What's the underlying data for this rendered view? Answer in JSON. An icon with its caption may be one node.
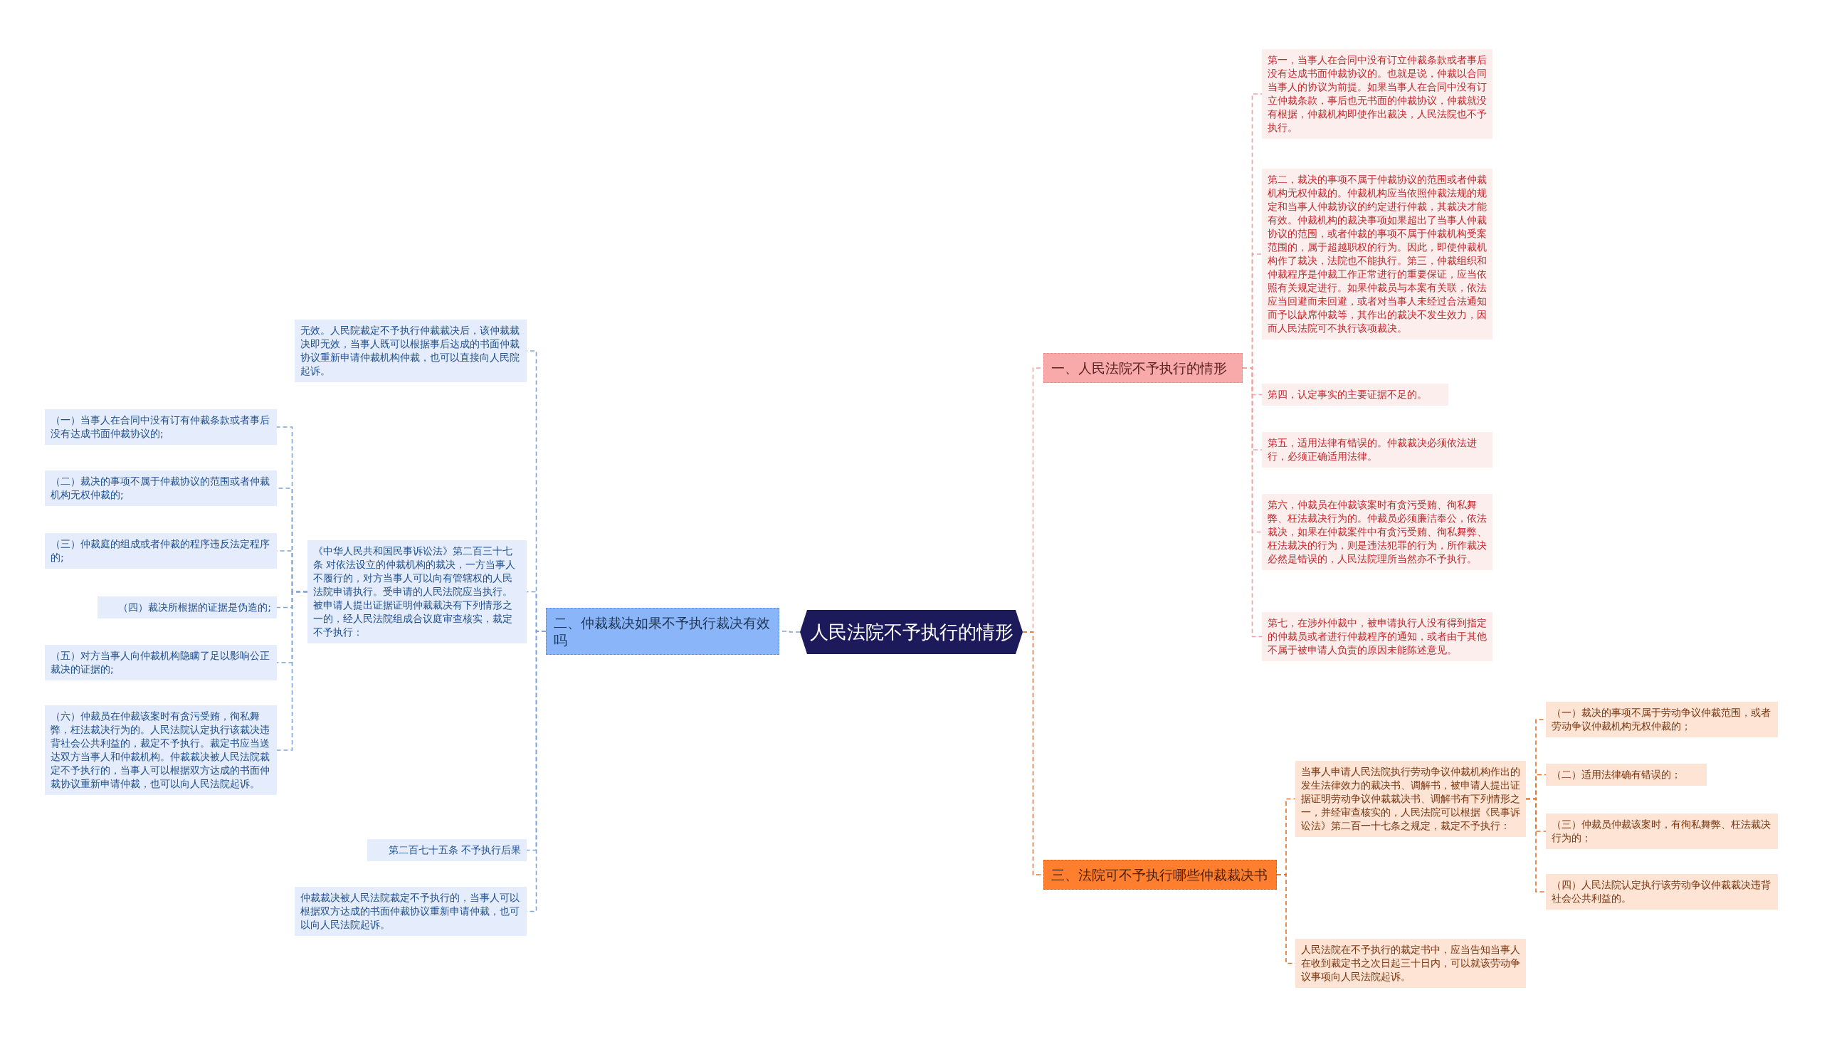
{
  "diagram": {
    "nodes": [
      {
        "text": [
          "人民法院不予执行的情形"
        ]
      },
      {
        "text": [
          "一、人民法院不予执行的情形"
        ]
      },
      {
        "text": [
          "第一，当事人在合同中没有订立仲裁条款或者事后没有达成书面仲裁协议的。也就是说，仲裁以合同当事人的协议为前提。如果当事人在合同中没有订立仲裁条款，事后也无书面的仲裁协议，仲裁就没有根据，仲裁机构即使作出裁决，人民法院也不予执行。"
        ]
      },
      {
        "text": [
          "第二，裁决的事项不属于仲裁协议的范围或者仲裁机构无权仲裁的。仲裁机构应当依照仲裁法规的规定和当事人仲裁协议的约定进行仲裁，其裁决才能有效。仲裁机构的裁决事项如果超出了当事人仲裁协议的范围，或者仲裁的事项不属于仲裁机构受案范围的，属于超越职权的行为。因此，即使仲裁机构作了裁决，法院也不能执行。第三，仲裁组织和仲裁程序是仲裁工作正常进行的重要保证，应当依照有关规定进行。如果仲裁员与本案有关联，依法应当回避而未回避，或者对当事人未经过合法通知而予以缺席仲裁等，其作出的裁决不发生效力，因而人民法院可不执行该项裁决。"
        ]
      },
      {
        "text": [
          "第四，认定事实的主要证据不足的。"
        ]
      },
      {
        "text": [
          "第五，适用法律有错误的。仲裁裁决必须依法进行，必须正确适用法律。"
        ]
      },
      {
        "text": [
          "第六，仲裁员在仲裁该案时有贪污受贿、徇私舞弊、枉法裁决行为的。仲裁员必须廉洁奉公，依法裁决，如果在仲裁案件中有贪污受贿、徇私舞弊、枉法裁决的行为，则是违法犯罪的行为，所作裁决必然是错误的，人民法院理所当然亦不予执行。"
        ]
      },
      {
        "text": [
          "第七，在涉外仲裁中，被申请执行人没有得到指定的仲裁员或者进行仲裁程序的通知，或者由于其他不属于被申请人负责的原因未能陈述意见。"
        ]
      },
      {
        "text": [
          "三、法院可不予执行哪些仲裁裁决书"
        ]
      },
      {
        "text": [
          "当事人申请人民法院执行劳动争议仲裁机构作出的发生法律效力的裁决书、调解书，被申请人提出证据证明劳动争议仲裁裁决书、调解书有下列情形之一，并经审查核实的，人民法院可以根据《民事诉讼法》第二百一十七条之规定，裁定不予执行："
        ]
      },
      {
        "text": [
          "（一）裁决的事项不属于劳动争议仲裁范围，或者劳动争议仲裁机构无权仲裁的；"
        ]
      },
      {
        "text": [
          "（二）适用法律确有错误的；"
        ]
      },
      {
        "text": [
          "（三）仲裁员仲裁该案时，有徇私舞弊、枉法裁决行为的；"
        ]
      },
      {
        "text": [
          "（四）人民法院认定执行该劳动争议仲裁裁决违背社会公共利益的。"
        ]
      },
      {
        "text": [
          "人民法院在不予执行的裁定书中，应当告知当事人在收到裁定书之次日起三十日内，可以就该劳动争议事项向人民法院起诉。"
        ]
      },
      {
        "text": [
          "二、仲裁裁决如果不予执行裁决有效吗"
        ]
      },
      {
        "text": [
          "无效。人民院裁定不予执行仲裁裁决后，该仲裁裁决即无效，当事人既可以根据事后达成的书面仲裁协议重新申请仲裁机构仲裁，也可以直接向人民院起诉。"
        ]
      },
      {
        "text": [
          "《中华人民共和国民事诉讼法》第二百三十七条 对依法设立的仲裁机构的裁决，一方当事人不履行的，对方当事人可以向有管辖权的人民法院申请执行。受申请的人民法院应当执行。被申请人提出证据证明仲裁裁决有下列情形之一的，经人民法院组成合议庭审查核实，裁定不予执行："
        ]
      },
      {
        "text": [
          "（一）当事人在合同中没有订有仲裁条款或者事后没有达成书面仲裁协议的;"
        ]
      },
      {
        "text": [
          "（二）裁决的事项不属于仲裁协议的范围或者仲裁机构无权仲裁的;"
        ]
      },
      {
        "text": [
          "（三）仲裁庭的组成或者仲裁的程序违反法定程序的;"
        ]
      },
      {
        "text": [
          "（四）裁决所根据的证据是伪造的;"
        ]
      },
      {
        "text": [
          "（五）对方当事人向仲裁机构隐瞒了足以影响公正裁决的证据的;"
        ]
      },
      {
        "text": [
          "（六）仲裁员在仲裁该案时有贪污受贿，徇私舞弊，枉法裁决行为的。人民法院认定执行该裁决违背社会公共利益的，裁定不予执行。裁定书应当送达双方当事人和仲裁机构。仲裁裁决被人民法院裁定不予执行的，当事人可以根据双方达成的书面仲裁协议重新申请仲裁，也可以向人民法院起诉。"
        ]
      },
      {
        "text": [
          "第二百七十五条 不予执行后果"
        ]
      },
      {
        "text": [
          "仲裁裁决被人民法院裁定不予执行的，当事人可以根据双方达成的书面仲裁协议重新申请仲裁，也可以向人民法院起诉。"
        ]
      }
    ],
    "edges": [
      {
        "from": 0,
        "to": 1,
        "arrow": "none",
        "style": "dashed",
        "color": "#f2a0a0"
      },
      {
        "from": 1,
        "to": 2,
        "arrow": "none",
        "style": "dashed",
        "color": "#f2a0a0"
      },
      {
        "from": 1,
        "to": 3,
        "arrow": "none",
        "style": "dashed",
        "color": "#f2a0a0"
      },
      {
        "from": 1,
        "to": 4,
        "arrow": "none",
        "style": "dashed",
        "color": "#f2a0a0"
      },
      {
        "from": 1,
        "to": 5,
        "arrow": "none",
        "style": "dashed",
        "color": "#f2a0a0"
      },
      {
        "from": 1,
        "to": 6,
        "arrow": "none",
        "style": "dashed",
        "color": "#f2a0a0"
      },
      {
        "from": 1,
        "to": 7,
        "arrow": "none",
        "style": "dashed",
        "color": "#f2a0a0"
      },
      {
        "from": 0,
        "to": 8,
        "arrow": "none",
        "style": "dashed",
        "color": "#e0722a"
      },
      {
        "from": 8,
        "to": 9,
        "arrow": "none",
        "style": "dashed",
        "color": "#e0722a"
      },
      {
        "from": 9,
        "to": 10,
        "arrow": "none",
        "style": "dashed",
        "color": "#e0722a"
      },
      {
        "from": 9,
        "to": 11,
        "arrow": "none",
        "style": "dashed",
        "color": "#e0722a"
      },
      {
        "from": 9,
        "to": 12,
        "arrow": "none",
        "style": "dashed",
        "color": "#e0722a"
      },
      {
        "from": 9,
        "to": 13,
        "arrow": "none",
        "style": "dashed",
        "color": "#e0722a"
      },
      {
        "from": 8,
        "to": 14,
        "arrow": "none",
        "style": "dashed",
        "color": "#e0722a"
      },
      {
        "from": 0,
        "to": 15,
        "arrow": "none",
        "style": "dashed",
        "color": "#7ea4d8"
      },
      {
        "from": 15,
        "to": 16,
        "arrow": "none",
        "style": "dashed",
        "color": "#7ea4d8"
      },
      {
        "from": 15,
        "to": 17,
        "arrow": "none",
        "style": "dashed",
        "color": "#7ea4d8"
      },
      {
        "from": 17,
        "to": 18,
        "arrow": "none",
        "style": "dashed",
        "color": "#7ea4d8"
      },
      {
        "from": 17,
        "to": 19,
        "arrow": "none",
        "style": "dashed",
        "color": "#7ea4d8"
      },
      {
        "from": 17,
        "to": 20,
        "arrow": "none",
        "style": "dashed",
        "color": "#7ea4d8"
      },
      {
        "from": 17,
        "to": 21,
        "arrow": "none",
        "style": "dashed",
        "color": "#7ea4d8"
      },
      {
        "from": 17,
        "to": 22,
        "arrow": "none",
        "style": "dashed",
        "color": "#7ea4d8"
      },
      {
        "from": 17,
        "to": 23,
        "arrow": "none",
        "style": "dashed",
        "color": "#7ea4d8"
      },
      {
        "from": 15,
        "to": 24,
        "arrow": "none",
        "style": "dashed",
        "color": "#7ea4d8"
      },
      {
        "from": 15,
        "to": 25,
        "arrow": "none",
        "style": "dashed",
        "color": "#7ea4d8"
      }
    ]
  }
}
